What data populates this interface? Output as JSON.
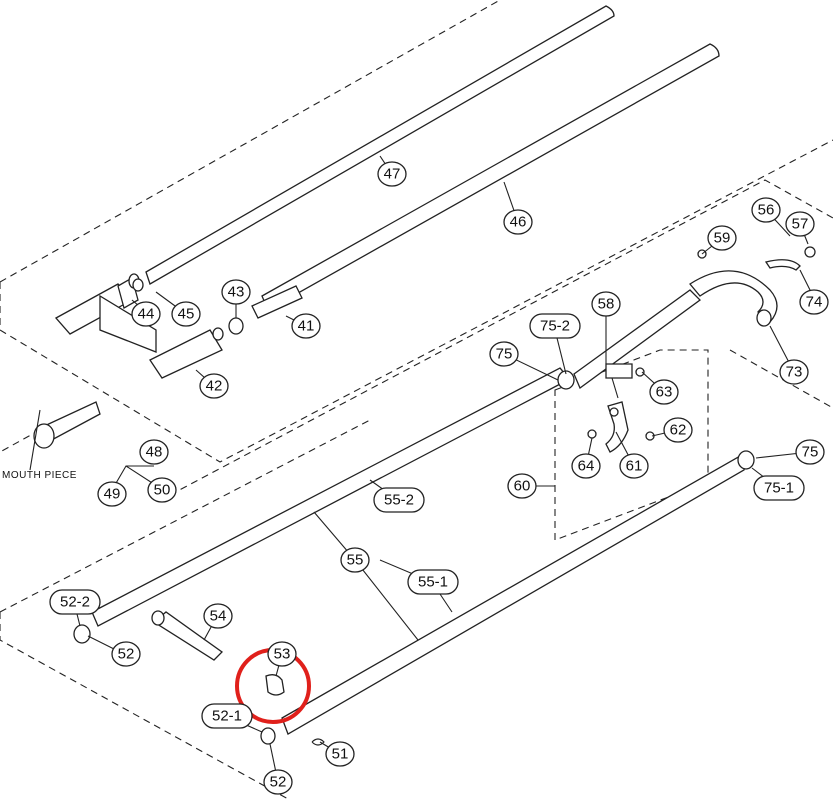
{
  "labels": {
    "c47": "47",
    "c46": "46",
    "c44": "44",
    "c45": "45",
    "c43": "43",
    "c41": "41",
    "c42": "42",
    "c48": "48",
    "c49": "49",
    "c50": "50",
    "mouthpiece": "MOUTH PIECE",
    "c56": "56",
    "c57": "57",
    "c59": "59",
    "c74": "74",
    "c73": "73",
    "c58": "58",
    "c75_2": "75-2",
    "c75a": "75",
    "c63": "63",
    "c62": "62",
    "c64": "64",
    "c61": "61",
    "c60": "60",
    "c75b": "75",
    "c75_1": "75-1",
    "c55_2": "55-2",
    "c55": "55",
    "c55_1": "55-1",
    "c52_2": "52-2",
    "c52a": "52",
    "c54": "54",
    "c53": "53",
    "c52_1": "52-1",
    "c51": "51",
    "c52b": "52"
  },
  "highlight": {
    "color": "#e0201b",
    "target": "53"
  },
  "line_color": "#222222"
}
